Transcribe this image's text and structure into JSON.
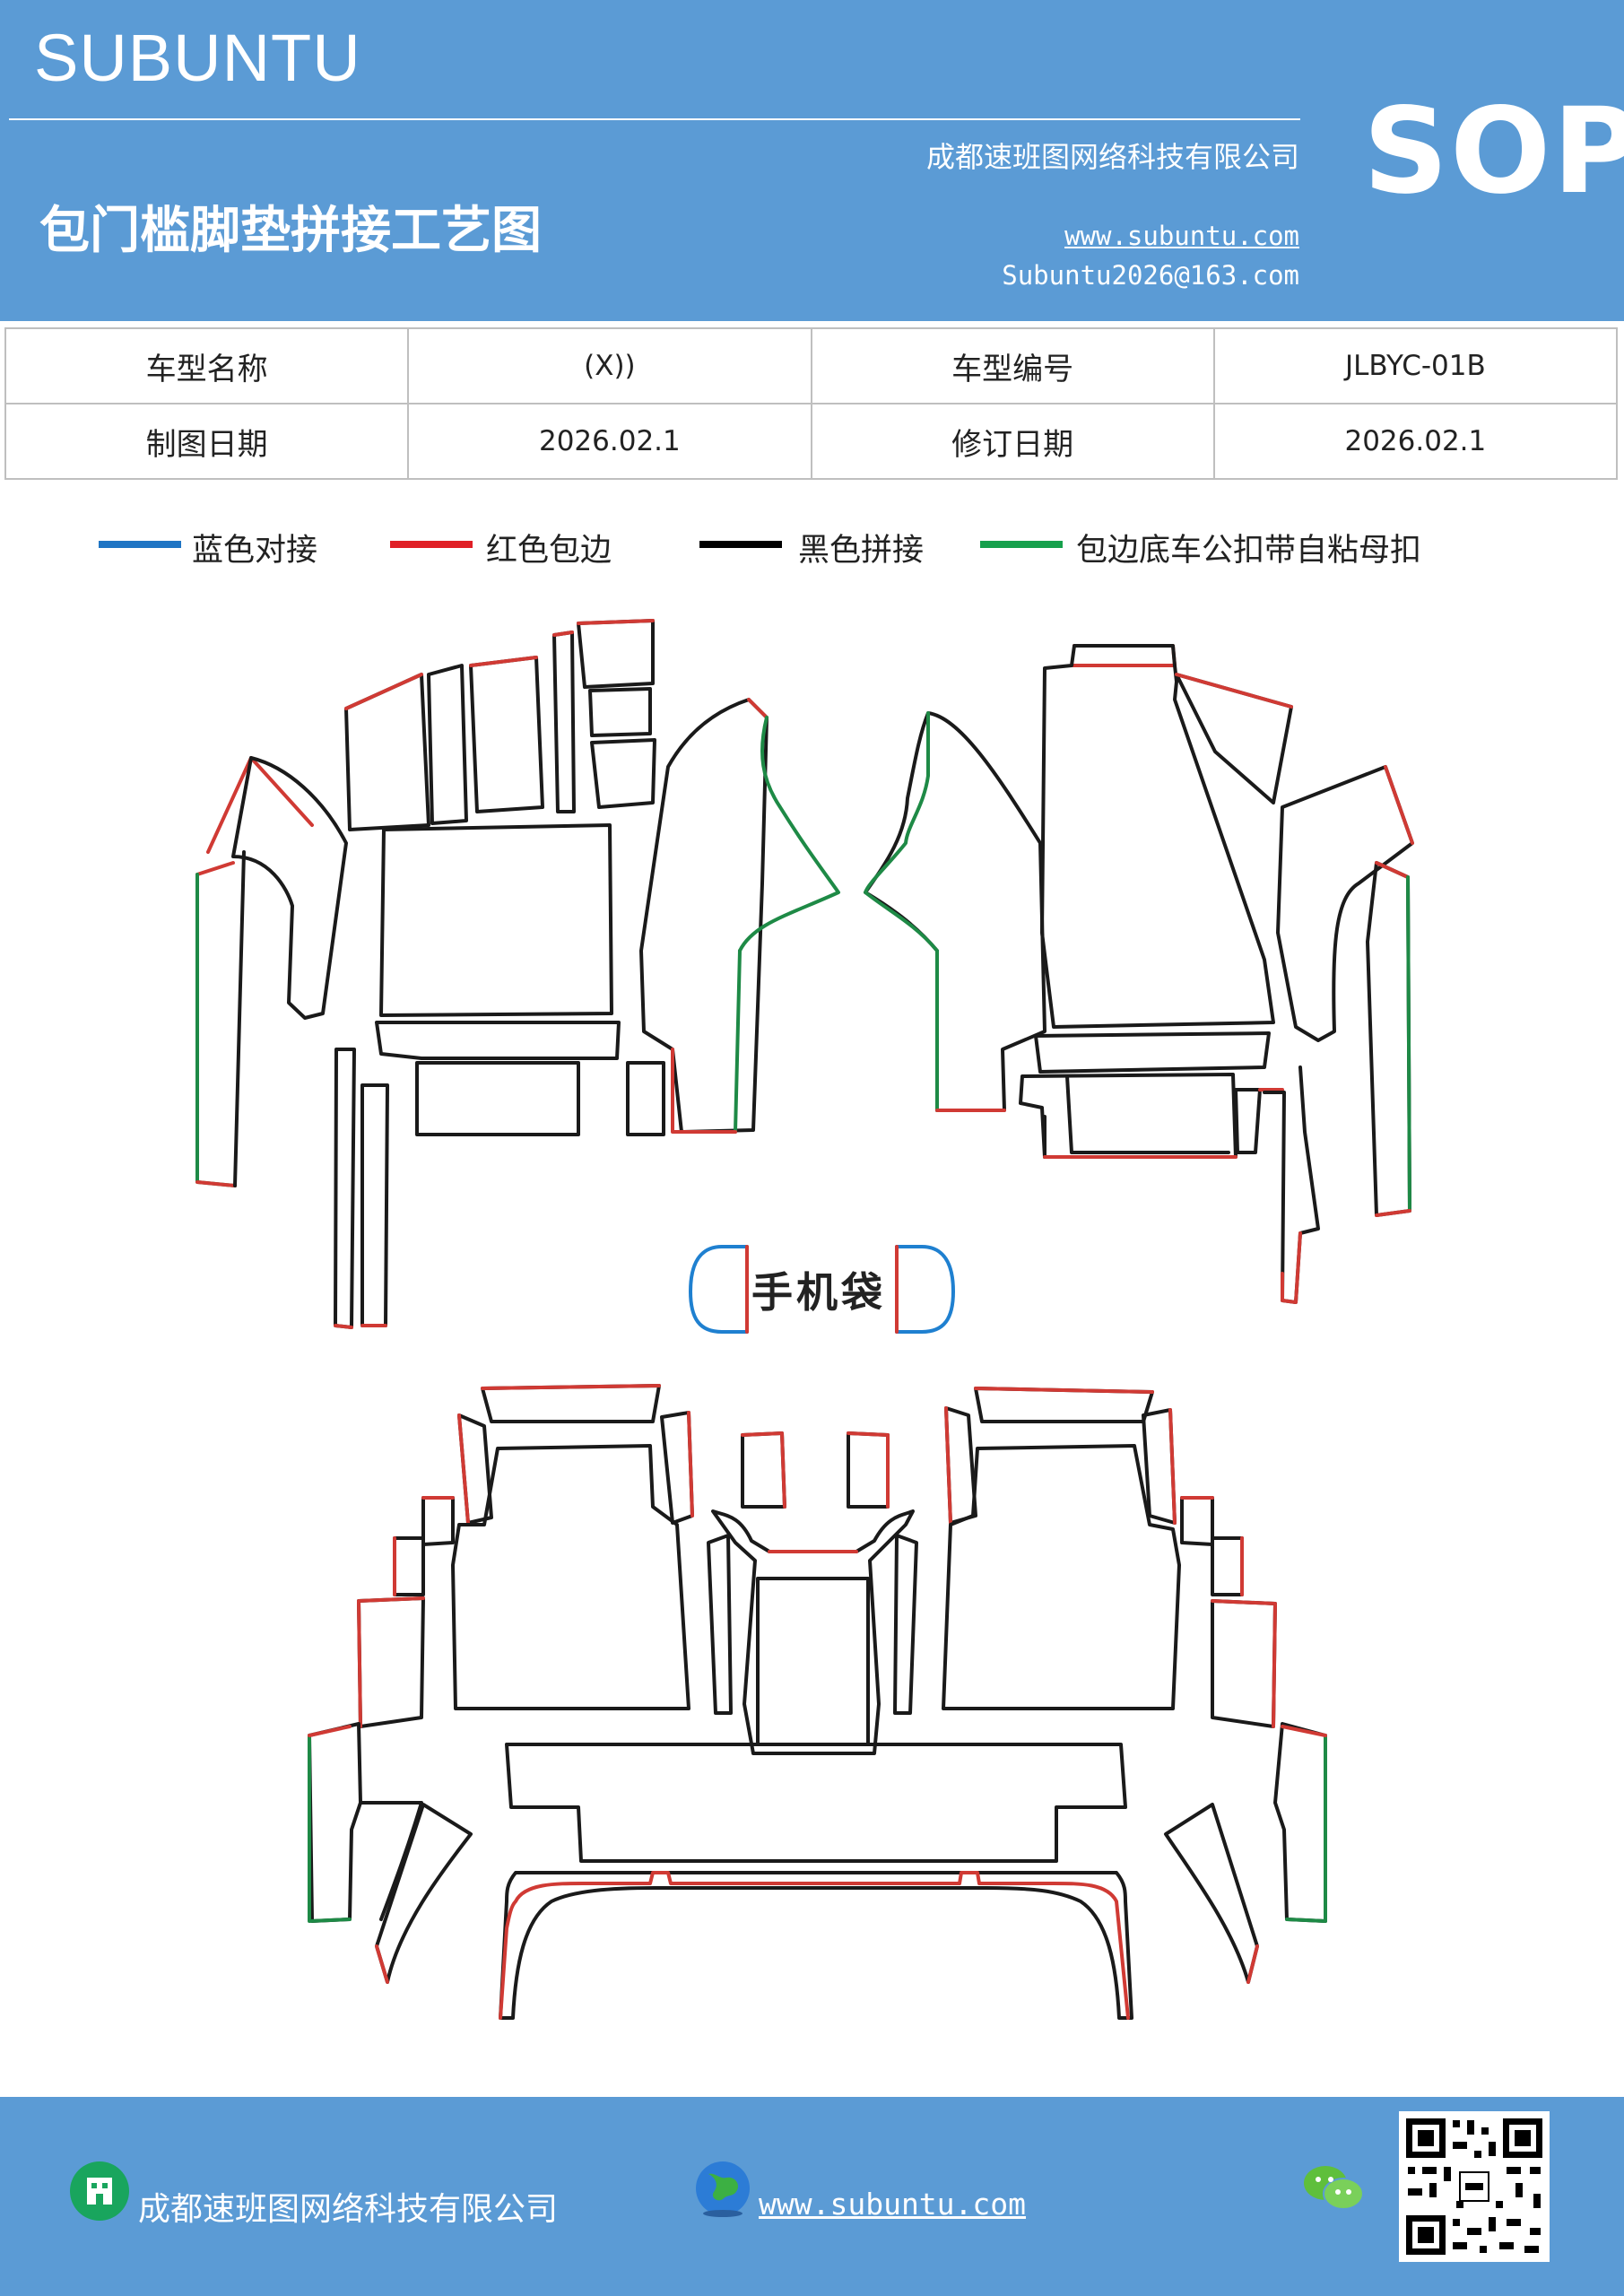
{
  "header": {
    "brand": "SUBUNTU",
    "title": "包门槛脚垫拼接工艺图",
    "company": "成都速班图网络科技有限公司",
    "website": "www.subuntu.com",
    "email": "Subuntu2026@163.com",
    "badge": "SOP"
  },
  "info_table": {
    "model_name_label": "车型名称",
    "model_name_value": "(X))",
    "model_code_label": "车型编号",
    "model_code_value": "JLBYC-01B",
    "draw_date_label": "制图日期",
    "draw_date_value": "2026.02.1",
    "revise_date_label": "修订日期",
    "revise_date_value": "2026.02.1"
  },
  "legend": [
    {
      "label": "蓝色对接",
      "color": "#1f75c4"
    },
    {
      "label": "红色包边",
      "color": "#e01f26"
    },
    {
      "label": "黑色拼接",
      "color": "#000000"
    },
    {
      "label": "包边底车公扣带自粘母扣",
      "color": "#16a04c"
    }
  ],
  "diagram": {
    "pocket_label": "手机袋",
    "colors": {
      "blue": "#1f80d0",
      "red": "#d03a34",
      "black": "#1a1a1a",
      "green": "#1e8a46"
    }
  },
  "footer": {
    "company": "成都速班图网络科技有限公司",
    "website": "www.subuntu.com",
    "company_icon": "building-icon",
    "website_icon": "globe-icon",
    "wechat_icon": "wechat-icon",
    "qr": "qr-code"
  }
}
